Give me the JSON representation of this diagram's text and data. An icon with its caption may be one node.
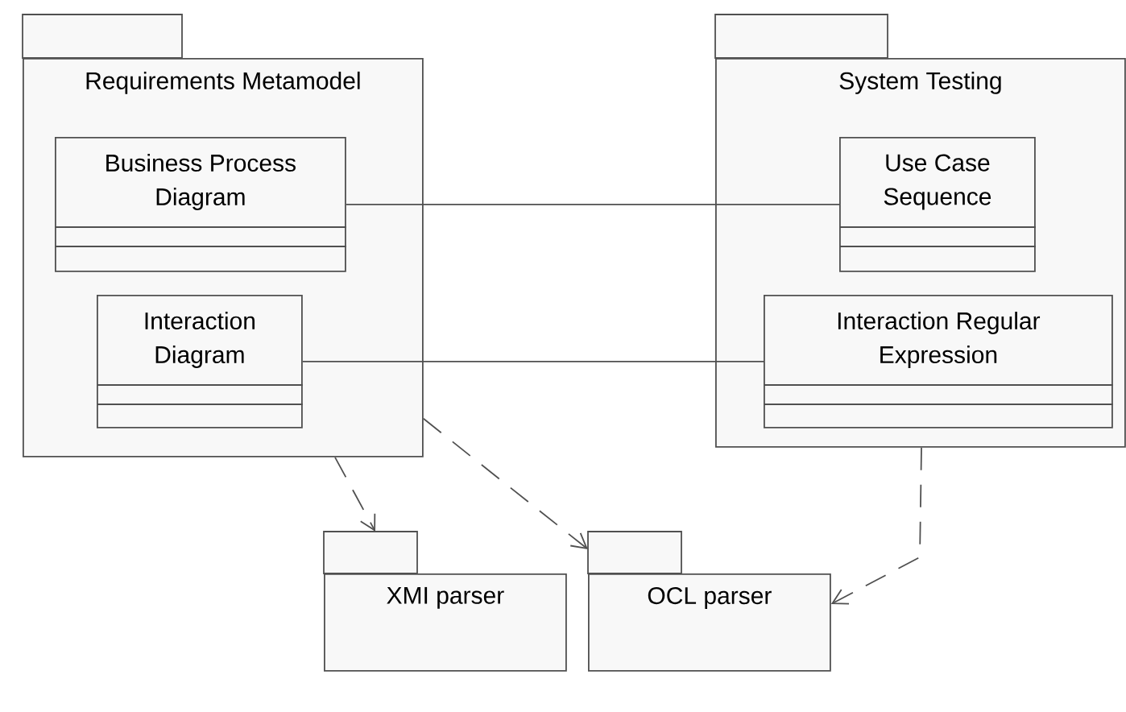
{
  "diagram": {
    "nodes": [
      {
        "text": [
          "Requirements Metamodel"
        ]
      },
      {
        "text": [
          "Business Process Diagram"
        ],
        "in": 0
      },
      {
        "text": [
          "Interaction Diagram"
        ],
        "in": 0
      },
      {
        "text": [
          "System Testing"
        ]
      },
      {
        "text": [
          "Use Case Sequence"
        ],
        "in": 3
      },
      {
        "text": [
          "Interaction Regular Expression"
        ],
        "in": 3
      },
      {
        "text": [
          "XMI parser"
        ]
      },
      {
        "text": [
          "OCL parser"
        ]
      }
    ],
    "edges": [
      {
        "from": 1,
        "to": 4,
        "arrow": "none"
      },
      {
        "from": 2,
        "to": 5,
        "arrow": "none"
      },
      {
        "from": 0,
        "to": 6,
        "arrow": "to",
        "style": "dashed"
      },
      {
        "from": 0,
        "to": 7,
        "arrow": "to",
        "style": "dashed"
      },
      {
        "from": 3,
        "to": 7,
        "arrow": "to",
        "style": "dashed"
      }
    ]
  }
}
